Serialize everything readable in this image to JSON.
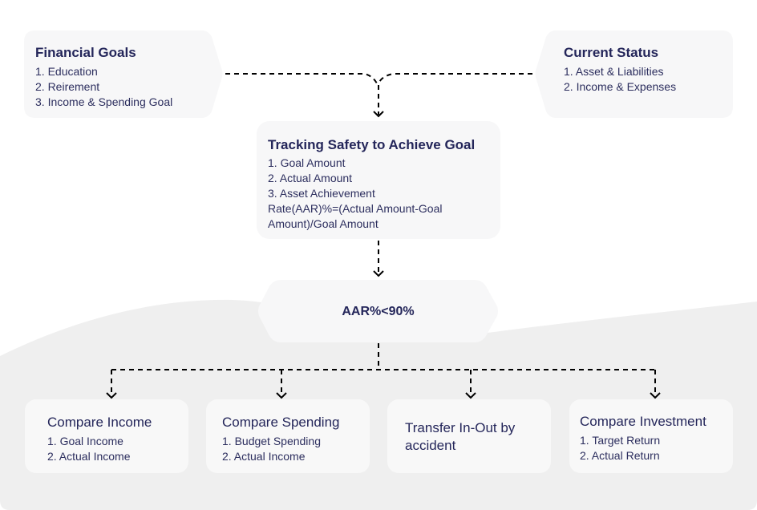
{
  "colors": {
    "text": "#24265a",
    "node_fill": "#f7f7f8",
    "band_fill": "#efefef",
    "connector": "#000000"
  },
  "nodes": {
    "financial_goals": {
      "title": "Financial Goals",
      "items": [
        "1. Education",
        "2. Reirement",
        "3. Income & Spending Goal"
      ]
    },
    "current_status": {
      "title": "Current Status",
      "items": [
        "1. Asset & Liabilities",
        "2. Income & Expenses"
      ]
    },
    "tracking": {
      "title": "Tracking Safety to Achieve Goal",
      "items": [
        "1. Goal Amount",
        "2. Actual Amount",
        "3. Asset Achievement",
        "Rate(AAR)%=(Actual Amount-Goal",
        "Amount)/Goal Amount"
      ]
    },
    "condition": {
      "label": "AAR%<90%"
    },
    "compare_income": {
      "title": "Compare Income",
      "items": [
        "1. Goal Income",
        "2. Actual Income"
      ]
    },
    "compare_spending": {
      "title": "Compare Spending",
      "items": [
        "1. Budget Spending",
        "2. Actual Income"
      ]
    },
    "transfer": {
      "title": "Transfer In-Out by accident"
    },
    "compare_investment": {
      "title": "Compare Investment",
      "items": [
        "1. Target Return",
        "2. Actual Return"
      ]
    }
  }
}
